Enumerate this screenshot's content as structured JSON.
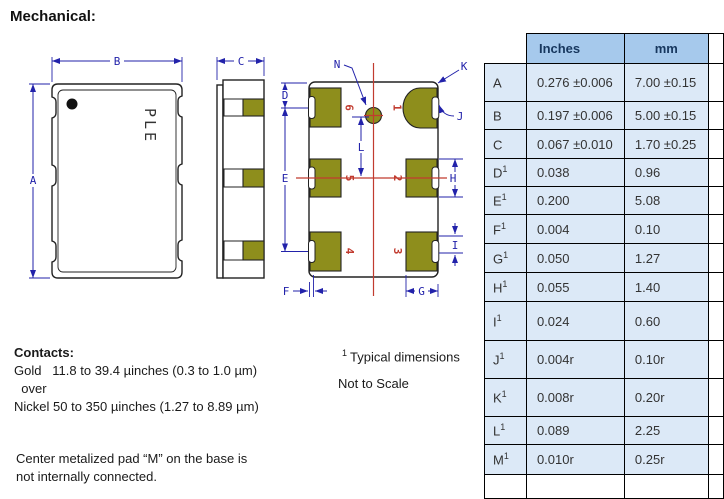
{
  "page": {
    "title": "Mechanical:"
  },
  "drawing": {
    "marking": "PLE",
    "dims": {
      "a": "A",
      "b": "B",
      "c": "C",
      "d": "D",
      "e": "E",
      "f": "F",
      "g": "G",
      "h": "H",
      "i": "I",
      "j": "J",
      "k": "K",
      "l": "L",
      "n": "N"
    },
    "pins": {
      "p1": "1",
      "p2": "2",
      "p3": "3",
      "p4": "4",
      "p5": "5",
      "p6": "6"
    },
    "colors": {
      "dimension_blue": "#2222aa",
      "centerline_red": "#c13b2f",
      "pad_olive": "#8e8e1c",
      "outline_black": "#222222"
    }
  },
  "notes": {
    "typical_sup": "1",
    "typical_label": "Typical dimensions",
    "scale_note": "Not to Scale",
    "contacts_heading": "Contacts:",
    "contacts_line1": "Gold   11.8 to 39.4 µinches (0.3 to 1.0 µm)",
    "contacts_line2": "  over",
    "contacts_line3": "Nickel 50 to 350 µinches (1.27 to 8.89 µm)",
    "center_pad_line1": "Center metalized pad “M” on the base is",
    "center_pad_line2": "not internally connected."
  },
  "table": {
    "headers": {
      "label": "",
      "inches": "Inches",
      "mm": "mm"
    },
    "rows": [
      {
        "label": "A",
        "sup": "",
        "inches": "0.276 ±0.006",
        "mm": "7.00 ±0.15"
      },
      {
        "label": "B",
        "sup": "",
        "inches": "0.197 ±0.006",
        "mm": "5.00 ±0.15"
      },
      {
        "label": "C",
        "sup": "",
        "inches": "0.067 ±0.010",
        "mm": "1.70 ±0.25"
      },
      {
        "label": "D",
        "sup": "1",
        "inches": "0.038",
        "mm": "0.96"
      },
      {
        "label": "E",
        "sup": "1",
        "inches": "0.200",
        "mm": "5.08"
      },
      {
        "label": "F",
        "sup": "1",
        "inches": "0.004",
        "mm": "0.10"
      },
      {
        "label": "G",
        "sup": "1",
        "inches": "0.050",
        "mm": "1.27"
      },
      {
        "label": "H",
        "sup": "1",
        "inches": "0.055",
        "mm": "1.40"
      },
      {
        "label": "I",
        "sup": "1",
        "inches": "0.024",
        "mm": "0.60"
      },
      {
        "label": "J",
        "sup": "1",
        "inches": "0.004r",
        "mm": "0.10r"
      },
      {
        "label": "K",
        "sup": "1",
        "inches": "0.008r",
        "mm": "0.20r"
      },
      {
        "label": "L",
        "sup": "1",
        "inches": "0.089",
        "mm": "2.25"
      },
      {
        "label": "M",
        "sup": "1",
        "inches": "0.010r",
        "mm": "0.25r"
      }
    ]
  }
}
